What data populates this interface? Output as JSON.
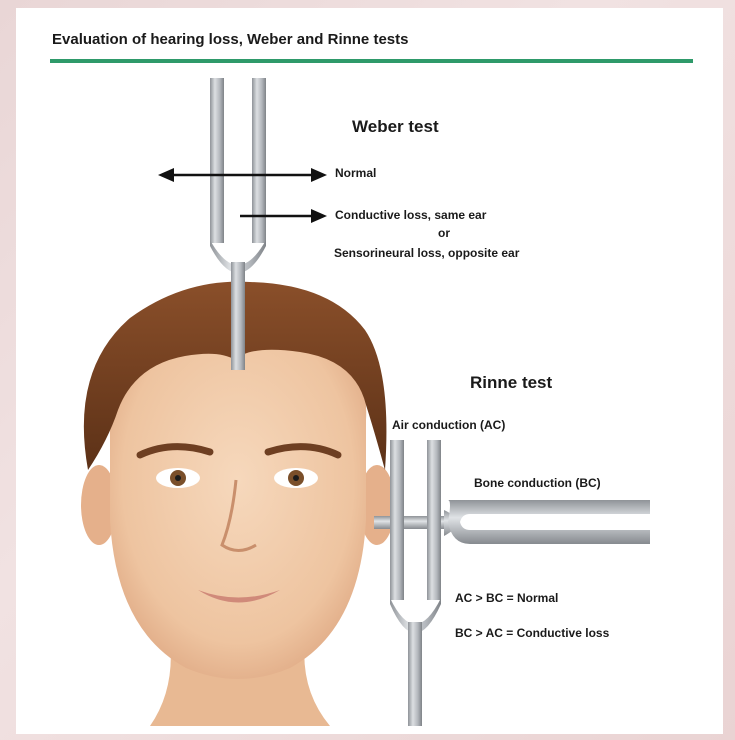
{
  "title": "Evaluation of hearing loss, Weber and Rinne tests",
  "weber": {
    "heading": "Weber test",
    "normal": "Normal",
    "conductive": "Conductive loss, same ear",
    "or": "or",
    "sensorineural": "Sensorineural loss, opposite ear"
  },
  "rinne": {
    "heading": "Rinne test",
    "air": "Air conduction (AC)",
    "bone": "Bone conduction (BC)",
    "result_normal": "AC > BC = Normal",
    "result_conductive": "BC > AC = Conductive loss"
  },
  "colors": {
    "accent_rule": "#2e9a6a",
    "fork": "#b9bcc0",
    "skin": "#efc9a6",
    "hair": "#6b3a1c"
  }
}
